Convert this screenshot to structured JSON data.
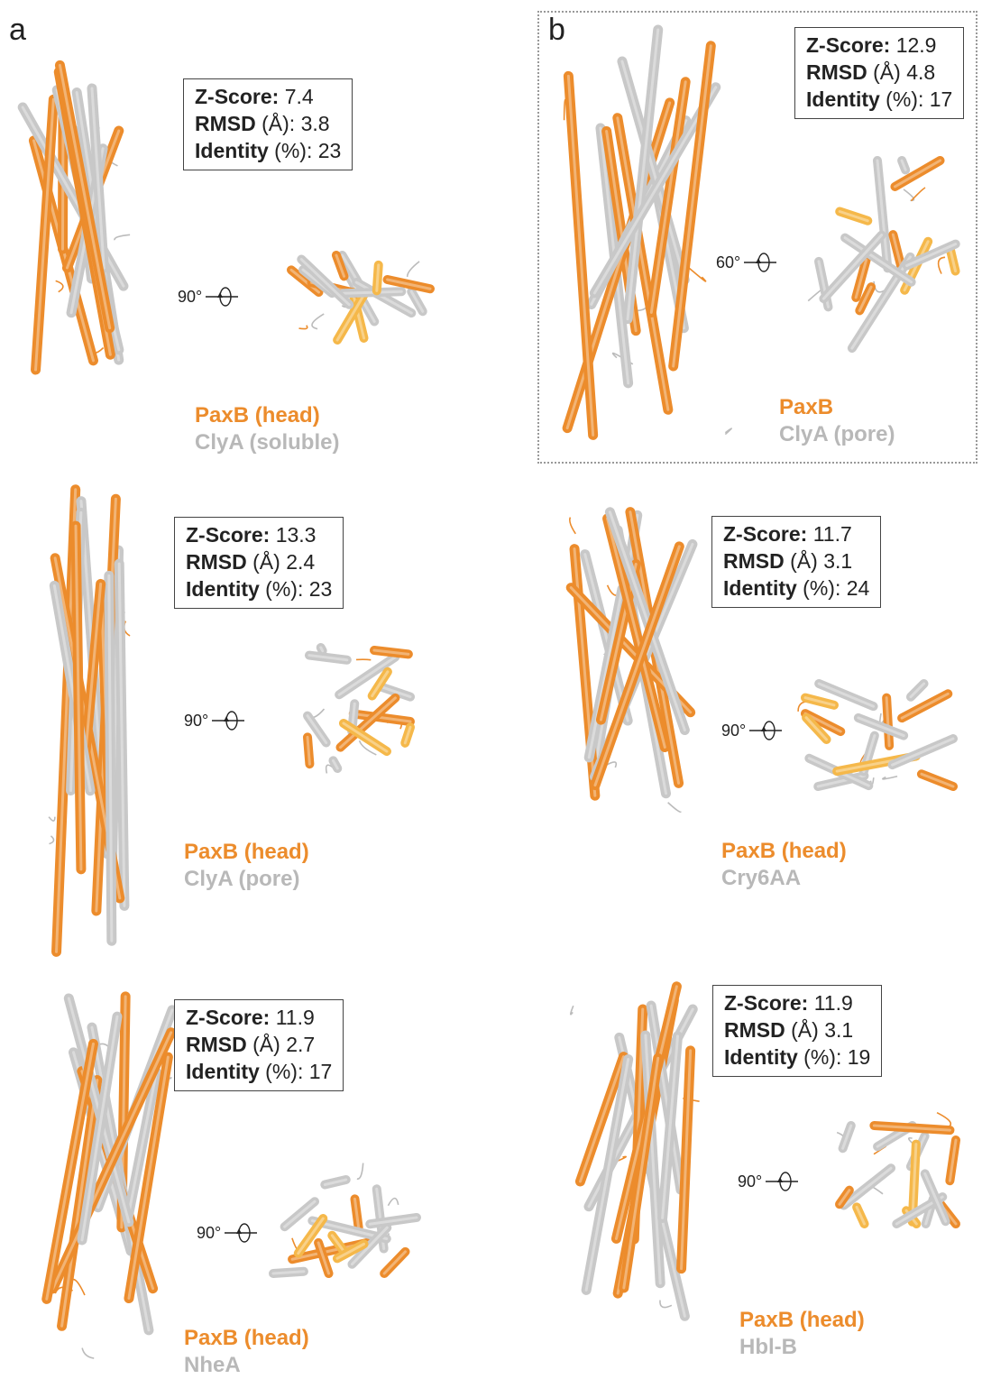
{
  "colors": {
    "paxb": "#ec8c2c",
    "paxb_light": "#f5b84a",
    "reference": "#c8c8c8",
    "reference_text": "#b8b8b8"
  },
  "labels": {
    "z": "Z-Score:",
    "rmsd": "RMSD",
    "rmsd_unit": "(Å)",
    "identity": "Identity",
    "identity_unit": "(%):"
  },
  "panels": [
    {
      "letter": "a"
    },
    {
      "letter": "b"
    }
  ],
  "comparisons": [
    {
      "zscore": "7.4",
      "rmsd": "3.8",
      "rmsd_sep": ":",
      "identity": "23",
      "rotation": "90°",
      "line1": "PaxB (head)",
      "line2": "ClyA (soluble)"
    },
    {
      "zscore": "12.9",
      "rmsd": "4.8",
      "rmsd_sep": "",
      "identity": "17",
      "rotation": "60°",
      "line1": "PaxB",
      "line2": "ClyA (pore)"
    },
    {
      "zscore": "13.3",
      "rmsd": "2.4",
      "rmsd_sep": "",
      "identity": "23",
      "rotation": "90°",
      "line1": "PaxB (head)",
      "line2": "ClyA (pore)"
    },
    {
      "zscore": "11.7",
      "rmsd": "3.1",
      "rmsd_sep": "",
      "identity": "24",
      "rotation": "90°",
      "line1": "PaxB (head)",
      "line2": "Cry6AA"
    },
    {
      "zscore": "11.9",
      "rmsd": "2.7",
      "rmsd_sep": "",
      "identity": "17",
      "rotation": "90°",
      "line1": "PaxB (head)",
      "line2": "NheA"
    },
    {
      "zscore": "11.9",
      "rmsd": "3.1",
      "rmsd_sep": "",
      "identity": "19",
      "rotation": "90°",
      "line1": "PaxB (head)",
      "line2": "Hbl-B"
    }
  ]
}
